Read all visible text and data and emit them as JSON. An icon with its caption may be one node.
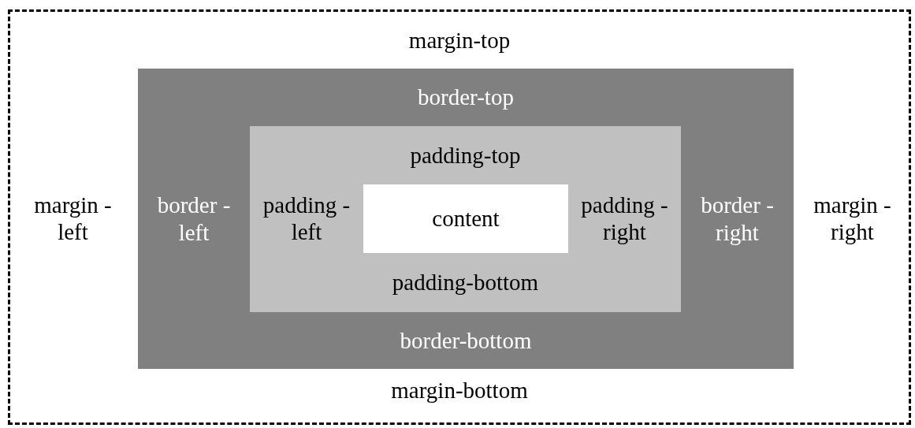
{
  "diagram": {
    "nodes": [
      {
        "text": [
          "margin-top",
          "margin -left",
          "margin -right",
          "margin-bottom"
        ]
      },
      {
        "text": [
          "border-top",
          "border -left",
          "border -right",
          "border-bottom"
        ],
        "in": 0
      },
      {
        "text": [
          "padding-top",
          "padding -left",
          "padding -right",
          "padding-bottom"
        ],
        "in": 1
      },
      {
        "text": [
          "content"
        ],
        "in": 2
      }
    ],
    "edges": []
  }
}
